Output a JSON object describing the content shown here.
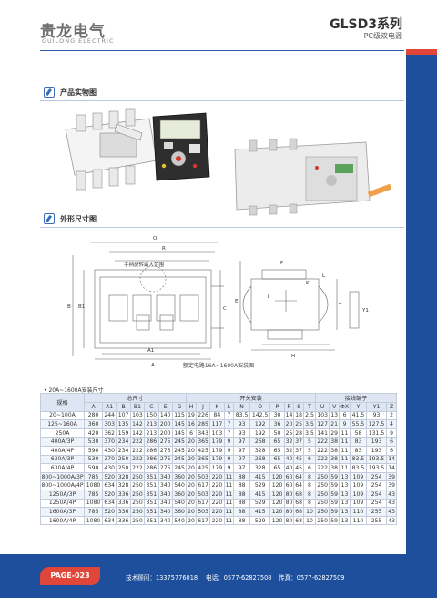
{
  "header": {
    "logo": "贵龙电气",
    "logo_sub": "GUILONG ELECTRIC",
    "series": "GLSD3系列",
    "series_sub": "PC级双电源"
  },
  "sections": {
    "photo_title": "产品实物图",
    "dimension_title": "外形尺寸图"
  },
  "drawing": {
    "caption": "额定电路16A~1600A安装图",
    "label_manual": "手柄旋转最大范围",
    "labels": [
      "O",
      "R",
      "A",
      "A1",
      "B",
      "B1",
      "C",
      "E",
      "F",
      "H",
      "J",
      "K",
      "L",
      "Y",
      "Y1"
    ]
  },
  "table": {
    "title": "• 20A~1600A安装尺寸",
    "group_headers": [
      "规格",
      "总尺寸",
      "开关安装",
      "接线端子"
    ],
    "columns": [
      "A",
      "A1",
      "B",
      "B1",
      "C",
      "E",
      "G",
      "H",
      "J",
      "K",
      "L",
      "N",
      "O",
      "P",
      "R",
      "S",
      "T",
      "U",
      "V",
      "ΦX",
      "Y",
      "Y1",
      "Z"
    ],
    "rows": [
      {
        "model": "20~100A",
        "cells": [
          "280",
          "244",
          "107",
          "103",
          "150",
          "140",
          "115",
          "19",
          "226",
          "84",
          "7",
          "83.5",
          "142.5",
          "30",
          "14",
          "18",
          "2.5",
          "103",
          "13",
          "6",
          "41.5",
          "93",
          "2"
        ]
      },
      {
        "model": "125~160A",
        "cells": [
          "360",
          "303",
          "135",
          "142",
          "213",
          "200",
          "145",
          "16",
          "285",
          "117",
          "7",
          "93",
          "192",
          "36",
          "20",
          "25",
          "3.5",
          "127",
          "21",
          "9",
          "55.5",
          "127.5",
          "4"
        ]
      },
      {
        "model": "250A",
        "cells": [
          "420",
          "362",
          "159",
          "142",
          "213",
          "200",
          "145",
          "6",
          "343",
          "103",
          "7",
          "93",
          "192",
          "50",
          "25",
          "28",
          "3.5",
          "141",
          "29",
          "11",
          "58",
          "131.5",
          "9"
        ]
      },
      {
        "model": "400A/3P",
        "cells": [
          "530",
          "370",
          "234",
          "222",
          "286",
          "275",
          "245",
          "20",
          "365",
          "179",
          "9",
          "97",
          "268",
          "65",
          "32",
          "37",
          "5",
          "222",
          "38",
          "11",
          "83",
          "193",
          "6"
        ]
      },
      {
        "model": "400A/4P",
        "cells": [
          "590",
          "430",
          "234",
          "222",
          "286",
          "275",
          "245",
          "20",
          "425",
          "179",
          "9",
          "97",
          "328",
          "65",
          "32",
          "37",
          "5",
          "222",
          "38",
          "11",
          "83",
          "193",
          "6"
        ]
      },
      {
        "model": "630A/3P",
        "cells": [
          "530",
          "370",
          "250",
          "222",
          "286",
          "275",
          "245",
          "20",
          "365",
          "179",
          "9",
          "97",
          "268",
          "65",
          "40",
          "45",
          "6",
          "222",
          "38",
          "11",
          "83.5",
          "193.5",
          "14"
        ]
      },
      {
        "model": "630A/4P",
        "cells": [
          "590",
          "430",
          "250",
          "222",
          "286",
          "275",
          "245",
          "20",
          "425",
          "179",
          "9",
          "97",
          "328",
          "65",
          "40",
          "45",
          "6",
          "222",
          "38",
          "11",
          "83.5",
          "193.5",
          "14"
        ]
      },
      {
        "model": "800~1000A/3P",
        "cells": [
          "785",
          "520",
          "328",
          "250",
          "351",
          "340",
          "360",
          "20",
          "503",
          "220",
          "11",
          "88",
          "415",
          "120",
          "60",
          "64",
          "8",
          "250",
          "59",
          "13",
          "109",
          "254",
          "39"
        ]
      },
      {
        "model": "800~1000A/4P",
        "cells": [
          "1080",
          "634",
          "328",
          "250",
          "351",
          "340",
          "540",
          "20",
          "617",
          "220",
          "11",
          "88",
          "529",
          "120",
          "60",
          "64",
          "8",
          "250",
          "59",
          "13",
          "109",
          "254",
          "39"
        ]
      },
      {
        "model": "1250A/3P",
        "cells": [
          "785",
          "520",
          "336",
          "250",
          "351",
          "340",
          "360",
          "20",
          "503",
          "220",
          "11",
          "88",
          "415",
          "120",
          "80",
          "68",
          "8",
          "250",
          "59",
          "13",
          "109",
          "254",
          "43"
        ]
      },
      {
        "model": "1250A/4P",
        "cells": [
          "1080",
          "634",
          "336",
          "250",
          "351",
          "340",
          "540",
          "20",
          "617",
          "220",
          "11",
          "88",
          "529",
          "120",
          "80",
          "68",
          "8",
          "250",
          "59",
          "13",
          "109",
          "254",
          "43"
        ]
      },
      {
        "model": "1600A/3P",
        "cells": [
          "785",
          "520",
          "336",
          "250",
          "351",
          "340",
          "360",
          "20",
          "503",
          "220",
          "11",
          "88",
          "415",
          "120",
          "80",
          "68",
          "10",
          "250",
          "59",
          "13",
          "110",
          "255",
          "43"
        ]
      },
      {
        "model": "1600A/4P",
        "cells": [
          "1080",
          "634",
          "336",
          "250",
          "351",
          "340",
          "540",
          "20",
          "617",
          "220",
          "11",
          "88",
          "529",
          "120",
          "80",
          "68",
          "10",
          "250",
          "59",
          "13",
          "110",
          "255",
          "43"
        ]
      }
    ]
  },
  "footer": {
    "page": "PAGE-023",
    "support": "技术顾问：13375776018",
    "phone": "电话：0577-62827508",
    "fax": "传真：0577-62827509"
  }
}
